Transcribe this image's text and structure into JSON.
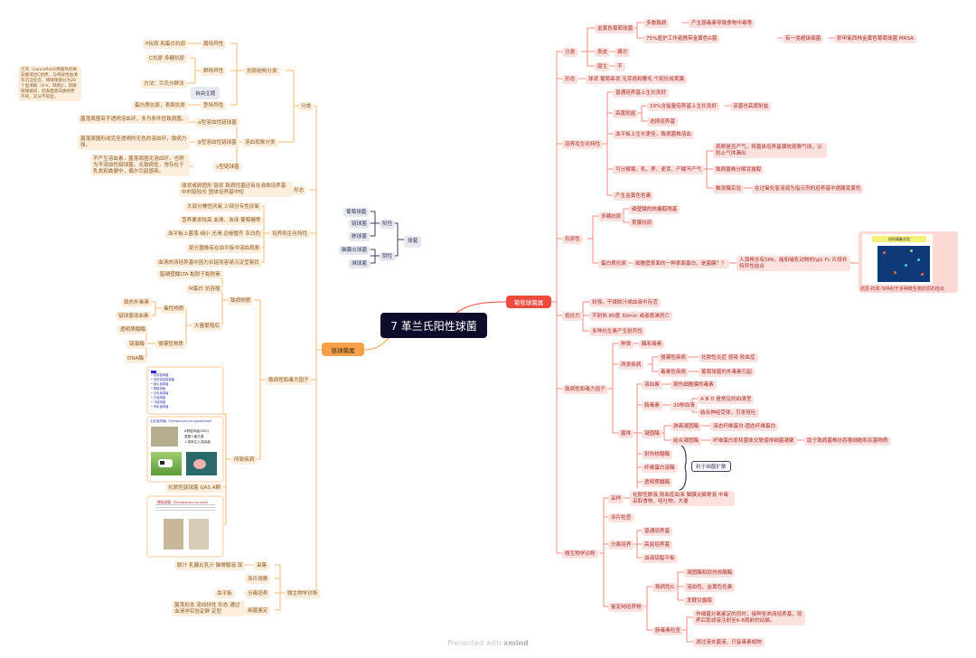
{
  "center": "7 革兰氏阳性球菌",
  "footer": {
    "prefix": "Presented with ",
    "brand": "xmind"
  },
  "staph": {
    "title": "葡萄球菌属",
    "classification": {
      "label": "分类",
      "golden": "金黄色葡萄球菌",
      "multi": "多数致病",
      "multi_detail": "产生肠毒素导致食物中毒等",
      "carrier": "75%医护工作者携带金黄色G菌",
      "carrier_detail": "有一类超级细菌",
      "mrsa": "耐甲氧西林金黄色葡萄球菌 MRSA",
      "epi": "表皮",
      "epi_detail": "偶尔",
      "sapro": "腐生",
      "sapro_detail": "不"
    },
    "morphology": {
      "label": "形态",
      "detail": "球状 葡萄串状 无芽孢和鞭毛 个别形成荚膜"
    },
    "culture": {
      "label": "培养及生化特性",
      "items": [
        "普通培养基上生长良好",
        "高度耐盐",
        "血平板上生长更佳，致病菌株溶血",
        "可分解葡、乳、蔗、麦芽、产酸不产气",
        "产生金黄色色素"
      ],
      "salt_sub": [
        "10%含盐量培养基上生长良好",
        "选择培养基"
      ],
      "salt_detail": "该菌也高度耐盐",
      "ferment_sub": [
        "观察是否产气，将菌体培养基横放观察气体，以防止气体漏出",
        "致病菌株分解甘露醇",
        "触发酶实验"
      ],
      "catalase_detail": "在过氧化氢溶液为指示剂的培养基中遇酸变黄色"
    },
    "antigen": {
      "label": "抗原性",
      "poly": "多糖抗原",
      "poly_sub": [
        "磷壁酸的核糖醇残基",
        "荚膜抗原"
      ],
      "protein": "蛋白质抗原",
      "protein_detail": "细胞壁表面的一种表面蛋白，是菌膜？？",
      "spa_detail": "人源株含有SPA，能和哺乳动物的IgG Fc 片段非特异性结合",
      "image_title": "协同凝集试验",
      "image_caption": "抗原-抗体-SPA利于多种微生物抗原的检出"
    },
    "resistance": {
      "label": "抵抗力",
      "items": [
        "较强，干燥脓汁或血液中存活",
        "不耐热 80度 30min 或者煮沸死亡",
        "多种抗生素产生耐药性"
      ]
    },
    "virulence": {
      "label": "致病性和毒力因子",
      "species": "种类",
      "species_detail": "酶和毒素",
      "two": "两类疾病",
      "invasive": "侵袭性疾病",
      "invasive_detail": "化脓性炎症 感染 败血症",
      "toxic": "毒素性疾病",
      "toxic_detail": "葡萄球菌的外毒素引起",
      "body": "菌体",
      "hemolysin": "溶血素",
      "hemolysin_detail": "损伤细胞膜的毒素",
      "enterotoxin": "肠毒素",
      "sero": "20种血清",
      "sero_sub": [
        "A B D 是常见的血清型",
        "结合神经受体，引发呕吐"
      ],
      "coagulase": "凝固酶",
      "free_coag": "游离凝固酶",
      "free_coag_detail": "液态纤维蛋白-固态纤维蛋白",
      "bound_coag": "结合凝固酶",
      "bound_coag_detail": "纤维蛋白原和菌体交联使得细菌凝聚",
      "bound_coag_detail2": "助于致病菌株抗吞噬细胞和杀菌物质",
      "enzymes": [
        "耐热核酸酶",
        "纤维蛋白溶酶",
        "透明质酸酶"
      ],
      "bracket_note": "利于细菌扩散"
    },
    "diagnosis": {
      "label": "微生物学诊断",
      "sample": "采样",
      "sample_detail": "化脓性脓液 败血症血液 脑膜炎脑脊液 中毒采取食物、呕吐物、大便",
      "smear": "涂片检查",
      "isolation": "分离培养",
      "isolation_sub": [
        "普通培养基",
        "高盐培养基",
        "血液琼脂平板"
      ],
      "identify": "鉴定纯培养物",
      "pathogenic": "致病性G",
      "pathogenic_sub": [
        "凝固酶和耐热核酸酶",
        "溶血性、金黄色色素",
        "发酵甘露醇"
      ],
      "entero_test": "肠毒素检查",
      "entero_sub": [
        "作细菌分离鉴定的同时，接种至肉汤培养基，培养后取滤液注射至6-8周龄的幼猫。",
        "滤过液去菌液，只留毒素成物"
      ]
    }
  },
  "cocci": {
    "root": "球菌",
    "positive": "阳性",
    "negative": "阴性",
    "pos_items": [
      "葡萄球菌",
      "链球菌",
      "肺球菌"
    ],
    "neg_items": [
      "脑膜炎球菌",
      "淋球菌"
    ]
  },
  "strep": {
    "title": "链球菌属",
    "classification": {
      "label": "分类",
      "antigen_class": "抗原结构分类",
      "genus": "属特异性",
      "genus_detail": "P抗原 和蛋白抗原",
      "group": "群特异性",
      "group_c": "C抗原 多糖抗原",
      "group_method": "方法：兰氏分群法",
      "lancefield": "兰氏（Lancefield)用菌热的稀盐酸液出C抗原，与特异性血清作沉淀反应，将链球菌分为20个血清群（A-V，缺和J），同群链球菌间，因表面蛋白质抗原不同，又分不同型。",
      "type": "型特异性",
      "type_detail": "蛋白质抗原，表面抗原",
      "free_topic": "自由主题",
      "hemolysis": "溶血现象分类",
      "alpha": "α型溶血性链球菌",
      "alpha_detail": "菌落周围有不透明溶血环，多为条件性致病菌。",
      "beta": "β型溶血性链球菌",
      "beta_detail": "菌落周围形成完全透明的无色的溶血环，致病力强。",
      "gamma": "γ型链球菌",
      "gamma_detail": "不产生溶血素，菌落周围无溶血环，也称为不溶血性链球菌。无致病性，常存在于乳类和粪便中，偶尔引起感染。"
    },
    "morphology": {
      "label": "形态",
      "detail": "球状或卵圆形 链状 致病性菌还有在液体培养基中的链较长 固体培养基中短"
    },
    "culture": {
      "label": "培养和生化特性",
      "items": [
        "大部分兼性厌氧 少部分专性厌氧",
        "营养要求较高 血清、血液 葡萄糖等",
        "血平板上菌落 细小 光滑 边缘整齐 灰白色",
        "部分菌株有在血平板中溶血现象",
        "血清肉汤培养基中因为长链而容易沉淀呈絮状"
      ]
    },
    "virulence": {
      "label": "致病性和毒力因子",
      "substance": "致病物质",
      "lta": "脂磷壁酸LTA 黏附于黏附素",
      "mprotein": "M蛋白 抗吞噬",
      "mass": "大量繁殖后",
      "toxic": "毒性物质",
      "toxic_sub": [
        "致热外毒素",
        "链球菌溶血素"
      ],
      "invasive": "侵袭性物质",
      "invasive_sub": [
        "透明质酸酶",
        "链激酶",
        "DNA酶"
      ],
      "disease": "所致疾病",
      "gas": "化脓性链球菌 GAS A群",
      "card1_rows": [
        "化脓链球菌",
        "甲型溶血链球菌",
        "肺炎链球菌",
        "猪链球菌",
        "无乳链球菌",
        "牛链球菌",
        "马链球菌",
        "停乳链球菌"
      ],
      "card2_title": "无乳链球菌（Streptococcus agalactiae）",
      "card2_lines": [
        "B群链球菌(GBS)",
        "重要人畜共患",
        "人类新生儿感染菌"
      ],
      "card3_title": "猪链球菌（Streptococcus suis）"
    },
    "diagnosis": {
      "label": "微生物学诊断",
      "sample": "采集",
      "sample_detail": "脓汁 乳腺炎乳汁 脑脊髓液 尿",
      "smear": "涂片观察",
      "isolation": "分离培养",
      "isolation_detail": "血平板",
      "identify": "细菌鉴定",
      "identify_detail": "菌落形态 溶血特性 形态 通过血清学实验定群 定型"
    }
  }
}
